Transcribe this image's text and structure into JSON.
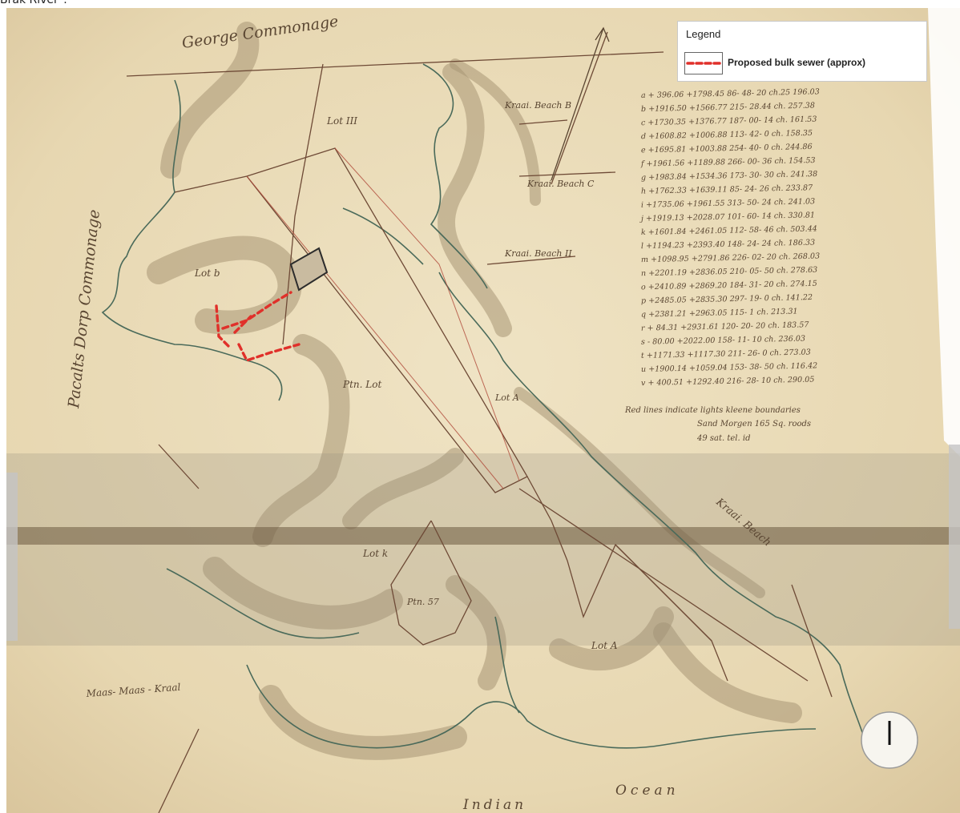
{
  "caption": "Brak River\".",
  "legend": {
    "title": "Legend",
    "items": [
      {
        "label": "Proposed bulk sewer (approx)",
        "color": "#e0302a",
        "style": "dashed"
      }
    ]
  },
  "map_labels": {
    "george_commonage": "George Commonage",
    "pacalts_dorp": "Pacalts Dorp Commonage",
    "lot_iii": "Lot III",
    "lot_b": "Lot b",
    "ptn_lot": "Ptn. Lot",
    "lot_a_mid": "Lot A",
    "lot_k": "Lot k",
    "ptn_57": "Ptn. 57",
    "lot_a_low": "Lot A",
    "kraai_b": "Kraai. Beach B",
    "kraai_c": "Kraai. Beach C",
    "kraai_ii": "Kraai. Beach II",
    "kraai_beach": "Kraai. Beach",
    "maas_kraal": "Maas- Maas - Kraal",
    "indian": "Indian",
    "ocean": "Ocean"
  },
  "survey_table": [
    "a + 396.06 +1798.45   86- 48- 20 ch.25  196.03",
    "b +1916.50 +1566.77   215- 28.44 ch.   257.38",
    "c +1730.35 +1376.77   187- 00- 14 ch.   161.53",
    "d +1608.82 +1006.88   113- 42- 0 ch.    158.35",
    "e +1695.81 +1003.88   254- 40- 0 ch.    244.86",
    "f +1961.56 +1189.88   266- 00- 36 ch.   154.53",
    "g +1983.84 +1534.36   173- 30- 30 ch.   241.38",
    "h +1762.33 +1639.11   85- 24- 26 ch.    233.87",
    "i +1735.06 +1961.55   313- 50- 24 ch.   241.03",
    "j +1919.13 +2028.07   101- 60- 14 ch.   330.81",
    "k +1601.84 +2461.05   112- 58- 46 ch.   503.44",
    "l +1194.23 +2393.40   148- 24- 24 ch.   186.33",
    "m +1098.95 +2791.86   226- 02- 20 ch.   268.03",
    "n +2201.19 +2836.05   210- 05- 50 ch.   278.63",
    "o +2410.89 +2869.20   184- 31- 20 ch.   274.15",
    "p +2485.05 +2835.30   297- 19- 0 ch.    141.22",
    "q +2381.21 +2963.05   115- 1 ch.        213.31",
    "r +  84.31 +2931.61   120- 20- 20 ch.   183.57",
    "s -  80.00 +2022.00   158- 11- 10 ch.   236.03",
    "t +1171.33 +1117.30   211- 26- 0 ch.    273.03",
    "u +1900.14 +1059.04   153- 38- 50 ch.   116.42",
    "v + 400.51 +1292.40   216- 28- 10 ch.   290.05"
  ],
  "note_lines": [
    "Red lines indicate lights kleene boundaries",
    "Sand Morgen 165 Sq. roods",
    "49  sat. tel. id"
  ]
}
